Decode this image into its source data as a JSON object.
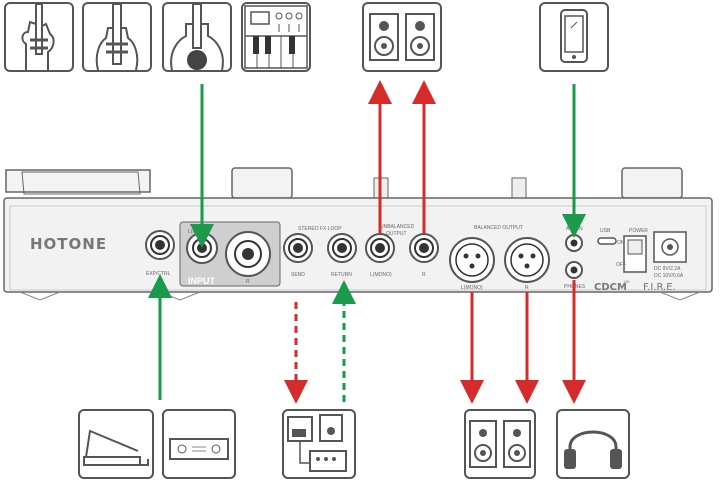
{
  "device": {
    "brand": "HOTONE",
    "model": "CDCM",
    "model_sup": "HD",
    "model_fire": "F.I.R.E.",
    "input_label": "INPUT",
    "labels": {
      "exp": "EXP/CTRL",
      "input_mono": "L(MONO)",
      "input_r": "R",
      "loop": "STEREO FX LOOP",
      "send": "SEND",
      "return": "RETURN",
      "unbal": "UNBALANCED",
      "unbal2": "OUTPUT",
      "unbal_l": "L(MONO)",
      "unbal_r": "R",
      "bal": "BALANCED OUTPUT",
      "bal_l": "L(MONO)",
      "bal_r": "R",
      "aux": "AUX IN",
      "phones": "PHONES",
      "usb": "USB",
      "power": "POWER",
      "power_on": "ON",
      "power_off": "OFF",
      "dc1": "DC 9V/2.2A",
      "dc2": "DC 10V/0.6A"
    }
  },
  "colors": {
    "input_arrow": "#1a9a4a",
    "output_arrow": "#d62b2b",
    "outline": "#555555",
    "panel": "#f2f2f2"
  },
  "sources": [
    "electric-guitar-icon",
    "bass-guitar-icon",
    "acoustic-guitar-icon",
    "keyboard-icon"
  ],
  "aux_source": "smartphone-icon",
  "unbalanced_destination": "monitor-speakers-icon",
  "balanced_destination": "monitor-speakers-icon",
  "phones_destination": "headphones-icon",
  "exp_controllers": [
    "expression-pedal-icon",
    "footswitch-icon"
  ],
  "fx_loop_device": "effects-pedals-icon"
}
